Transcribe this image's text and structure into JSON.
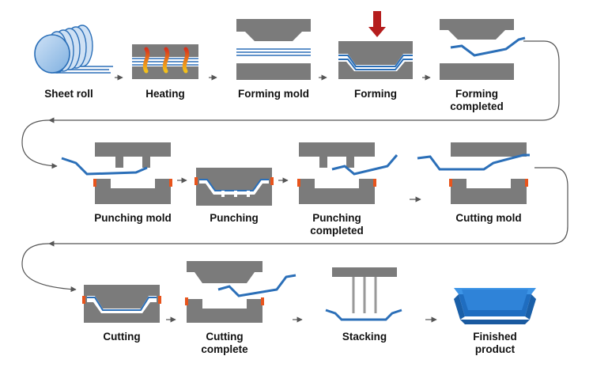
{
  "colors": {
    "mold": "#7b7b7b",
    "mold_light": "#9a9a9a",
    "sheet_blue": "#2b6fb8",
    "sheet_light": "#d9e7f5",
    "heat": "#e8541c",
    "heat_yellow": "#f4c21b",
    "arrow_red": "#b51d1d",
    "flow_line": "#555555",
    "product_blue": "#2a7fd4"
  },
  "steps": [
    {
      "label": [
        "Sheet roll"
      ],
      "icon": "sheet-roll"
    },
    {
      "label": [
        "Heating"
      ],
      "icon": "heater"
    },
    {
      "label": [
        "Forming mold"
      ],
      "icon": "forming-mold"
    },
    {
      "label": [
        "Forming"
      ],
      "icon": "forming-press"
    },
    {
      "label": [
        "Forming",
        "completed"
      ],
      "icon": "formed-part"
    },
    {
      "label": [
        "Punching mold"
      ],
      "icon": "punching-mold"
    },
    {
      "label": [
        "Punching"
      ],
      "icon": "punching-press"
    },
    {
      "label": [
        "Punching",
        "completed"
      ],
      "icon": "punched-part"
    },
    {
      "label": [
        "Cutting mold"
      ],
      "icon": "cutting-mold"
    },
    {
      "label": [
        "Cutting"
      ],
      "icon": "cutting-press"
    },
    {
      "label": [
        "Cutting",
        "complete"
      ],
      "icon": "cut-part"
    },
    {
      "label": [
        "Stacking"
      ],
      "icon": "stacker"
    },
    {
      "label": [
        "Finished",
        "product"
      ],
      "icon": "finished-tray"
    }
  ]
}
